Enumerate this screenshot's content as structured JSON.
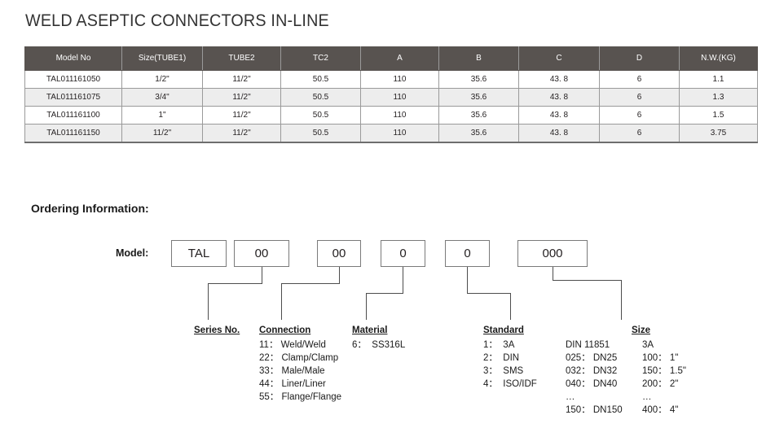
{
  "page": {
    "title": "WELD ASEPTIC CONNECTORS IN-LINE",
    "ordering_heading": "Ordering Information:",
    "model_label": "Model:"
  },
  "spec_table": {
    "headers": [
      "Model No",
      "Size(TUBE1)",
      "TUBE2",
      "TC2",
      "A",
      "B",
      "C",
      "D",
      "N.W.(KG)"
    ],
    "rows": [
      [
        "TAL011161050",
        "1/2\"",
        "11/2\"",
        "50.5",
        "110",
        "35.6",
        "43. 8",
        "6",
        "1.1"
      ],
      [
        "TAL011161075",
        "3/4\"",
        "11/2\"",
        "50.5",
        "110",
        "35.6",
        "43. 8",
        "6",
        "1.3"
      ],
      [
        "TAL011161100",
        "1\"",
        "11/2\"",
        "50.5",
        "110",
        "35.6",
        "43. 8",
        "6",
        "1.5"
      ],
      [
        "TAL011161150",
        "11/2\"",
        "11/2\"",
        "50.5",
        "110",
        "35.6",
        "43. 8",
        "6",
        "3.75"
      ]
    ],
    "header_bg": "#585350",
    "alt_row_bg": "#ededed",
    "border_color": "#9a9a9a"
  },
  "model_boxes": [
    {
      "value": "TAL"
    },
    {
      "value": "00"
    },
    {
      "value": "00"
    },
    {
      "value": "0"
    },
    {
      "value": "0"
    },
    {
      "value": "000"
    }
  ],
  "legend": {
    "series": {
      "title": "Series No.",
      "items": []
    },
    "connection": {
      "title": "Connection",
      "items": [
        {
          "code": "11",
          "sep": "：",
          "desc": "Weld/Weld"
        },
        {
          "code": "22",
          "sep": "：",
          "desc": "Clamp/Clamp"
        },
        {
          "code": "33",
          "sep": "：",
          "desc": "Male/Male"
        },
        {
          "code": "44",
          "sep": "：",
          "desc": "Liner/Liner"
        },
        {
          "code": "55",
          "sep": "：",
          "desc": "Flange/Flange"
        }
      ]
    },
    "material": {
      "title": "Material",
      "items": [
        {
          "code": "6",
          "sep": "：",
          "desc": "SS316L"
        }
      ]
    },
    "standard": {
      "title": "Standard",
      "items": [
        {
          "code": "1",
          "sep": "：",
          "desc": "3A"
        },
        {
          "code": "2",
          "sep": "：",
          "desc": "DIN"
        },
        {
          "code": "3",
          "sep": "：",
          "desc": "SMS"
        },
        {
          "code": "4",
          "sep": "：",
          "desc": "ISO/IDF"
        }
      ]
    },
    "size": {
      "title": "Size",
      "col_a_head": "DIN 11851",
      "col_b_head": "3A",
      "rows": [
        {
          "a": "025：  DN25",
          "b": "100： 1\""
        },
        {
          "a": "032：   DN32",
          "b": "150： 1.5\""
        },
        {
          "a": "040：   DN40",
          "b": "200： 2\""
        },
        {
          "a": "…",
          "b": "…"
        },
        {
          "a": "150： DN150",
          "b": "400： 4\""
        }
      ]
    }
  },
  "connectors": {
    "line_color": "#4d4d4d",
    "stroke_width": 1
  }
}
